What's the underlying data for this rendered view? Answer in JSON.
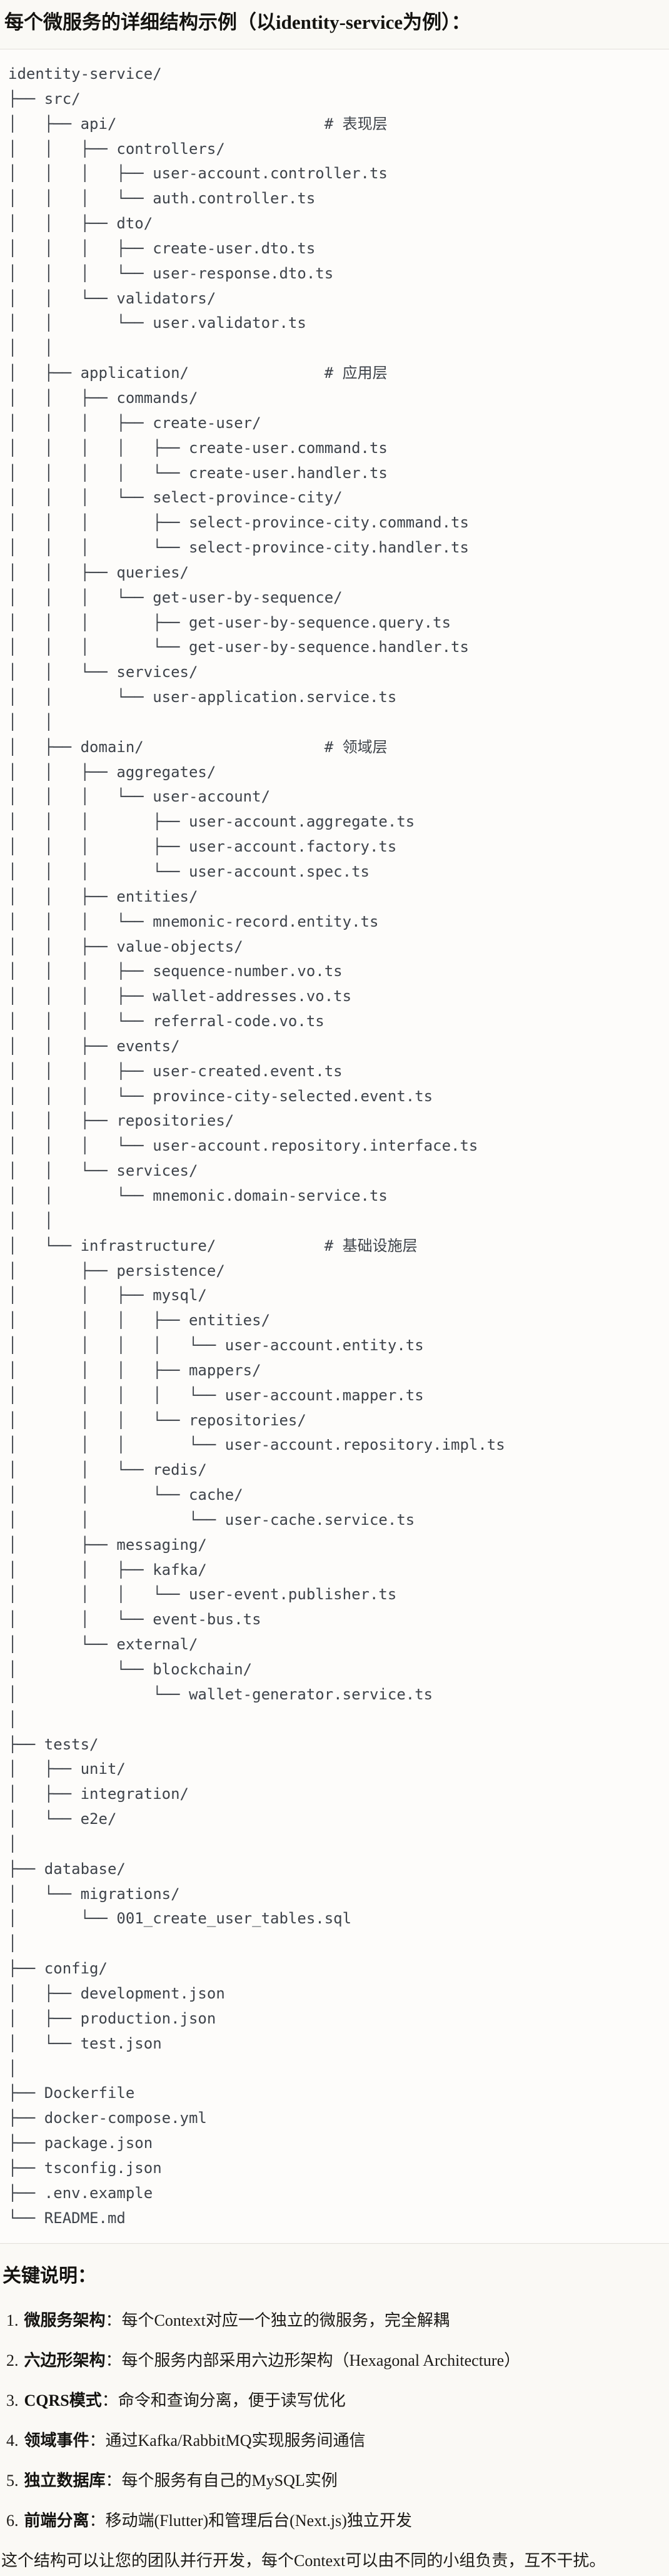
{
  "page": {
    "title": "每个微服务的详细结构示例（以identity-service为例）："
  },
  "tree": {
    "lines": [
      "identity-service/",
      "├── src/",
      "│   ├── api/                       # 表现层",
      "│   │   ├── controllers/",
      "│   │   │   ├── user-account.controller.ts",
      "│   │   │   └── auth.controller.ts",
      "│   │   ├── dto/",
      "│   │   │   ├── create-user.dto.ts",
      "│   │   │   └── user-response.dto.ts",
      "│   │   └── validators/",
      "│   │       └── user.validator.ts",
      "│   │",
      "│   ├── application/               # 应用层",
      "│   │   ├── commands/",
      "│   │   │   ├── create-user/",
      "│   │   │   │   ├── create-user.command.ts",
      "│   │   │   │   └── create-user.handler.ts",
      "│   │   │   └── select-province-city/",
      "│   │   │       ├── select-province-city.command.ts",
      "│   │   │       └── select-province-city.handler.ts",
      "│   │   ├── queries/",
      "│   │   │   └── get-user-by-sequence/",
      "│   │   │       ├── get-user-by-sequence.query.ts",
      "│   │   │       └── get-user-by-sequence.handler.ts",
      "│   │   └── services/",
      "│   │       └── user-application.service.ts",
      "│   │",
      "│   ├── domain/                    # 领域层",
      "│   │   ├── aggregates/",
      "│   │   │   └── user-account/",
      "│   │   │       ├── user-account.aggregate.ts",
      "│   │   │       ├── user-account.factory.ts",
      "│   │   │       └── user-account.spec.ts",
      "│   │   ├── entities/",
      "│   │   │   └── mnemonic-record.entity.ts",
      "│   │   ├── value-objects/",
      "│   │   │   ├── sequence-number.vo.ts",
      "│   │   │   ├── wallet-addresses.vo.ts",
      "│   │   │   └── referral-code.vo.ts",
      "│   │   ├── events/",
      "│   │   │   ├── user-created.event.ts",
      "│   │   │   └── province-city-selected.event.ts",
      "│   │   ├── repositories/",
      "│   │   │   └── user-account.repository.interface.ts",
      "│   │   └── services/",
      "│   │       └── mnemonic.domain-service.ts",
      "│   │",
      "│   └── infrastructure/            # 基础设施层",
      "│       ├── persistence/",
      "│       │   ├── mysql/",
      "│       │   │   ├── entities/",
      "│       │   │   │   └── user-account.entity.ts",
      "│       │   │   ├── mappers/",
      "│       │   │   │   └── user-account.mapper.ts",
      "│       │   │   └── repositories/",
      "│       │   │       └── user-account.repository.impl.ts",
      "│       │   └── redis/",
      "│       │       └── cache/",
      "│       │           └── user-cache.service.ts",
      "│       ├── messaging/",
      "│       │   ├── kafka/",
      "│       │   │   └── user-event.publisher.ts",
      "│       │   └── event-bus.ts",
      "│       └── external/",
      "│           └── blockchain/",
      "│               └── wallet-generator.service.ts",
      "│",
      "├── tests/",
      "│   ├── unit/",
      "│   ├── integration/",
      "│   └── e2e/",
      "│",
      "├── database/",
      "│   └── migrations/",
      "│       └── 001_create_user_tables.sql",
      "│",
      "├── config/",
      "│   ├── development.json",
      "│   ├── production.json",
      "│   └── test.json",
      "│",
      "├── Dockerfile",
      "├── docker-compose.yml",
      "├── package.json",
      "├── tsconfig.json",
      "├── .env.example",
      "└── README.md"
    ]
  },
  "notes": {
    "heading": "关键说明：",
    "items": [
      {
        "num": "1.",
        "term": "微服务架构",
        "rest": "：每个Context对应一个独立的微服务，完全解耦"
      },
      {
        "num": "2.",
        "term": "六边形架构",
        "rest": "：每个服务内部采用六边形架构（Hexagonal Architecture）"
      },
      {
        "num": "3.",
        "term": "CQRS模式",
        "rest": "：命令和查询分离，便于读写优化"
      },
      {
        "num": "4.",
        "term": "领域事件",
        "rest": "：通过Kafka/RabbitMQ实现服务间通信"
      },
      {
        "num": "5.",
        "term": "独立数据库",
        "rest": "：每个服务有自己的MySQL实例"
      },
      {
        "num": "6.",
        "term": "前端分离",
        "rest": "：移动端(Flutter)和管理后台(Next.js)独立开发"
      }
    ],
    "closing": "这个结构可以让您的团队并行开发，每个Context可以由不同的小组负责，互不干扰。"
  }
}
